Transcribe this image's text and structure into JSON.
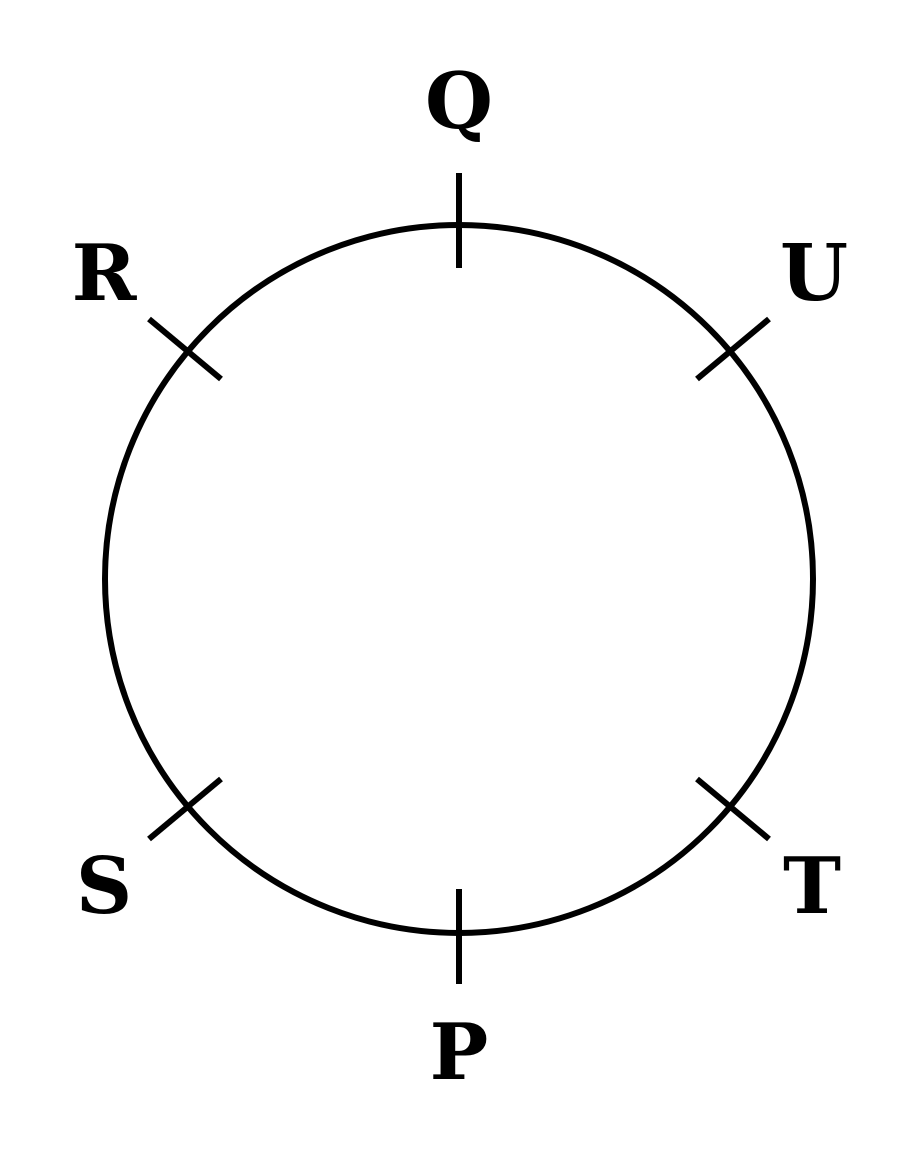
{
  "diagram": {
    "points": [
      {
        "id": "Q",
        "label": "Q"
      },
      {
        "id": "U",
        "label": "U"
      },
      {
        "id": "T",
        "label": "T"
      },
      {
        "id": "P",
        "label": "P"
      },
      {
        "id": "S",
        "label": "S"
      },
      {
        "id": "R",
        "label": "R"
      }
    ],
    "colors": {
      "stroke": "#000000",
      "background": "#ffffff"
    }
  }
}
